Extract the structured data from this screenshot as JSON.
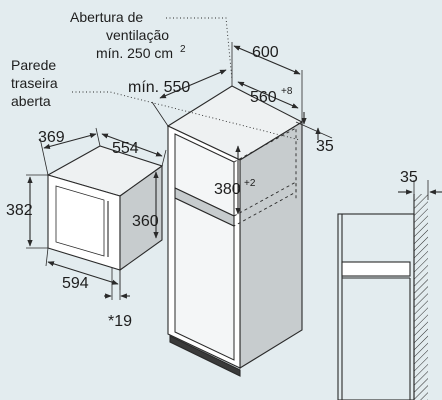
{
  "labels": {
    "ventilation_line1": "Abertura de",
    "ventilation_line2": "ventilação",
    "ventilation_line3": "mín. 250 cm",
    "ventilation_sup": "2",
    "rear_wall_line1": "Parede",
    "rear_wall_line2": "traseira",
    "rear_wall_line3": "aberta"
  },
  "dimensions": {
    "cabinet_width": "600",
    "cabinet_depth_min": "mín. 550",
    "inner_depth": "560",
    "inner_depth_tol": "+8",
    "top_offset": "35",
    "niche_height": "380",
    "niche_height_tol": "+2",
    "appliance_depth": "369",
    "appliance_width_rear": "554",
    "appliance_height_front": "382",
    "appliance_height_rear": "360",
    "appliance_width_front": "594",
    "front_offset": "*19",
    "side_offset": "35"
  },
  "colors": {
    "background": "#e3ecef",
    "line": "#2a2a2a"
  }
}
